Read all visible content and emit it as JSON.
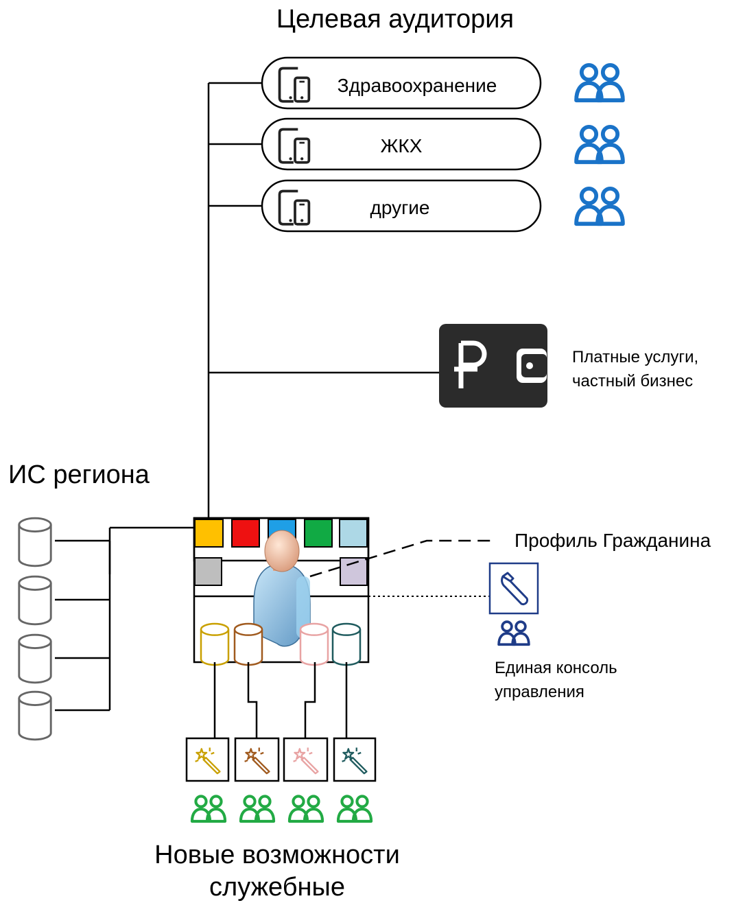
{
  "title": "Целевая аудитория",
  "audience": [
    {
      "label": "Здравоохранение"
    },
    {
      "label": "ЖКХ"
    },
    {
      "label": "другие"
    }
  ],
  "paid": {
    "line1": "Платные услуги,",
    "line2": "частный бизнес"
  },
  "region_is": "ИС региона",
  "profile": "Профиль Гражданина",
  "console": {
    "line1": "Единая консоль",
    "line2": "управления"
  },
  "new_caps": {
    "line1": "Новые возможности",
    "line2": "служебные"
  },
  "colors": {
    "audience_icon": "#1a73c8",
    "console_icon": "#1f3c88",
    "new_caps_icon": "#22aa44",
    "tiles": [
      "#ffc000",
      "#ee1111",
      "#1f9fe6",
      "#11aa44",
      "#add8e6",
      "#bebebe",
      "#cfc6dc"
    ],
    "cylinders": [
      "#c9a000",
      "#a05a1e",
      "#e8a3a3",
      "#1f5b5e"
    ]
  }
}
